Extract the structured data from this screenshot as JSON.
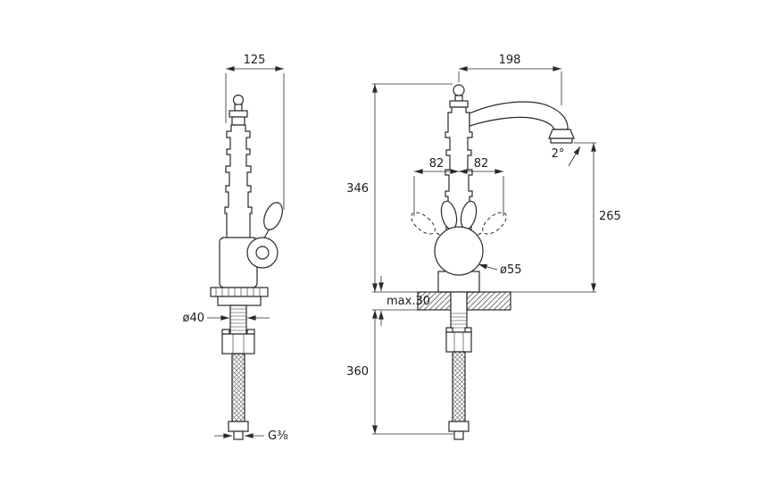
{
  "drawing": {
    "background": "#ffffff",
    "ink_color": "#2a2a2a",
    "side_view": {
      "overall_depth": "125",
      "shank_diameter": "ø40",
      "connector_thread": "G⅜"
    },
    "front_view": {
      "spout_reach": "198",
      "overall_height": "346",
      "handle_span_left": "82",
      "handle_span_right": "82",
      "outlet_height": "265",
      "outlet_angle": "2°",
      "base_diameter": "ø55",
      "deck_thickness": "max.30",
      "hose_length": "360"
    }
  }
}
